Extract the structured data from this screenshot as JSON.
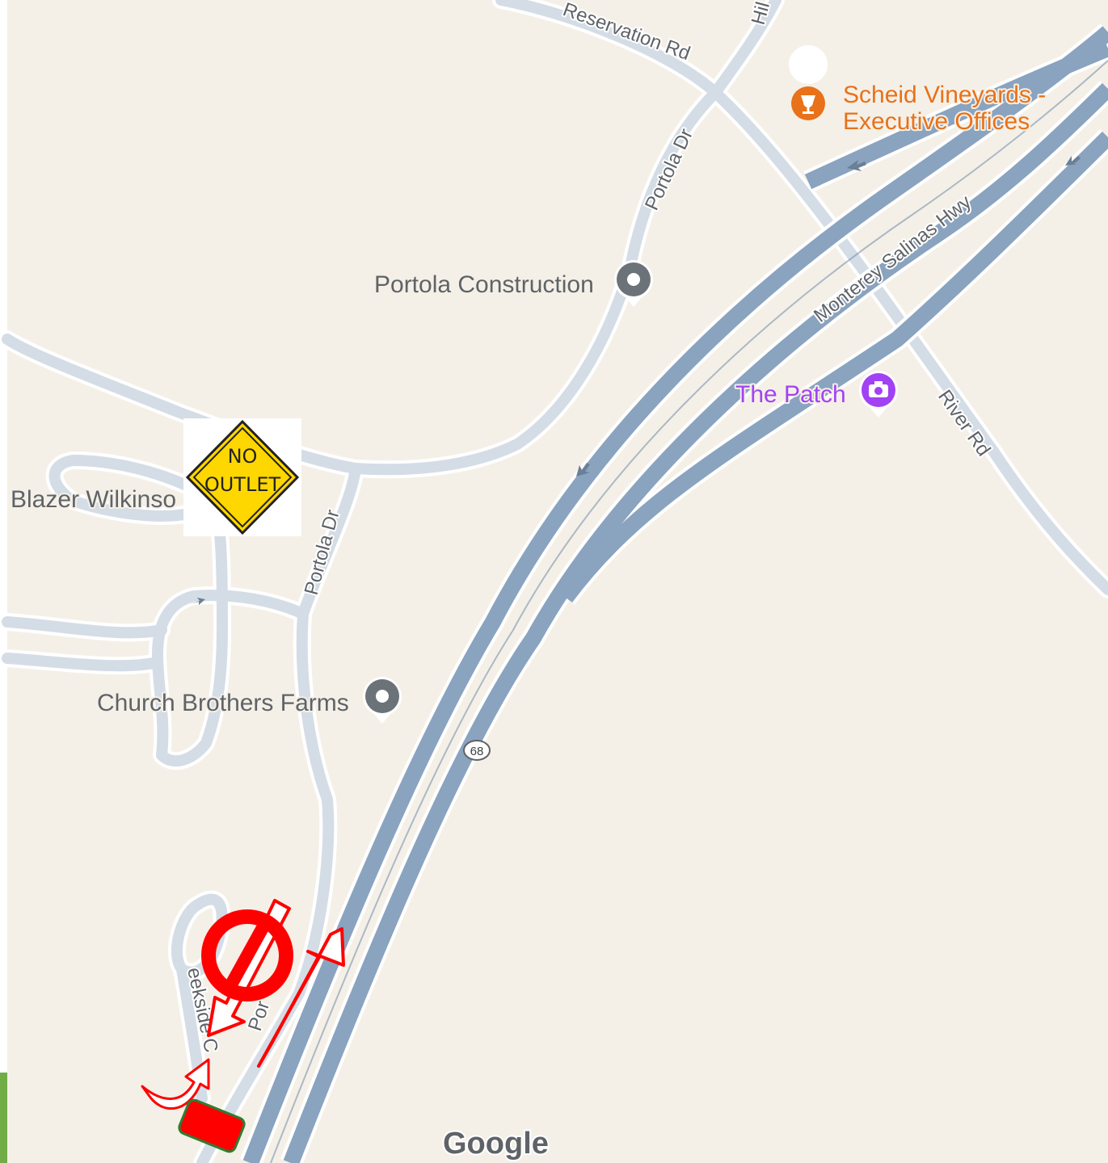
{
  "colors": {
    "land": "#f5f0e7",
    "minor_road": "#d4dde6",
    "highway": "#8aa3bf",
    "highway_dark": "#7a93b0",
    "poi_gray": "#5f6368",
    "poi_orange": "#e8711a",
    "poi_purple": "#a142f4",
    "annotation_red": "#ff0000",
    "sign_yellow": "#ffd700",
    "side_bar_green": "#70ad47"
  },
  "roads": {
    "reservation_rd": "Reservation Rd",
    "hill_partial": "Hil",
    "portola_dr_north": "Portola Dr",
    "portola_dr_south": "Portola Dr",
    "portola_dr_partial": "Por",
    "monterey_salinas_hwy": "Monterey Salinas Hwy",
    "river_rd": "River Rd",
    "creekside_partial": "eekside C",
    "route_shield": "68"
  },
  "pois": {
    "scheid_line1": "Scheid Vineyards -",
    "scheid_line2": "Executive Offices",
    "scheid_icon": "wine-glass-icon",
    "portola_construction": "Portola Construction",
    "the_patch": "The Patch",
    "the_patch_icon": "camera-icon",
    "church_brothers": "Church Brothers Farms",
    "blazer_wilkinson": "Blazer Wilkinso"
  },
  "sign": {
    "line1": "NO",
    "line2": "OUTLET"
  },
  "watermark": "Google",
  "annotations": {
    "prohibited_icon": "no-entry-icon",
    "arrows": [
      "straight-arrow-icon",
      "u-turn-arrow-icon"
    ]
  }
}
